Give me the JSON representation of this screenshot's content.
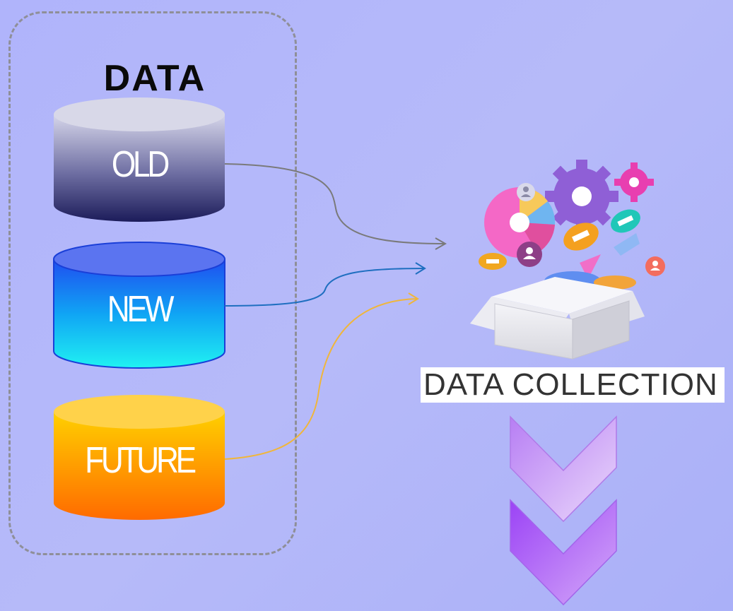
{
  "group": {
    "title": "DATA"
  },
  "sources": [
    {
      "label": "OLD"
    },
    {
      "label": "NEW"
    },
    {
      "label": "FUTURE"
    }
  ],
  "collection": {
    "label": "DATA COLLECTION"
  },
  "colors": {
    "old_arrow": "#7a7a7a",
    "new_arrow": "#1f6fc0",
    "future_arrow": "#f0b63a",
    "chevron": "#b57cf3"
  }
}
